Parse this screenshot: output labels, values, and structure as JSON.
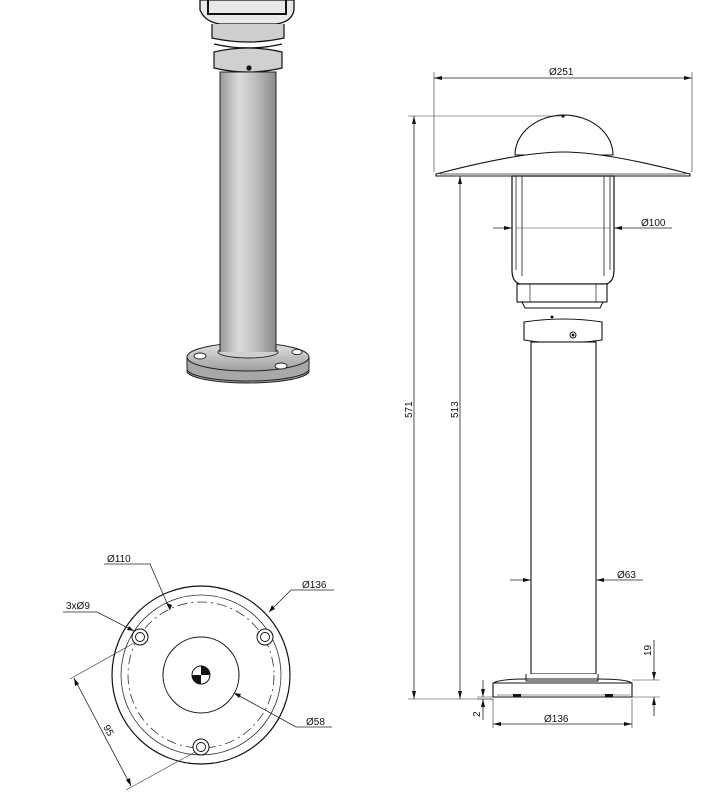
{
  "drawing": {
    "top_view": {
      "bolt_circle": "Ø110",
      "base_diameter": "Ø136",
      "holes": "3xØ9",
      "center_diameter": "Ø58",
      "spacing": "95"
    },
    "side_view": {
      "shade_diameter": "Ø251",
      "lamp_diameter": "Ø100",
      "pole_diameter": "Ø63",
      "base_diameter": "Ø136",
      "total_height": "571",
      "shade_height": "513",
      "base_height": "19",
      "base_plate": "2"
    },
    "colors": {
      "metal_light": "#d8d8d8",
      "metal_mid": "#b9b9b9",
      "metal_dark": "#8f8f8f",
      "line": "#222222"
    }
  }
}
